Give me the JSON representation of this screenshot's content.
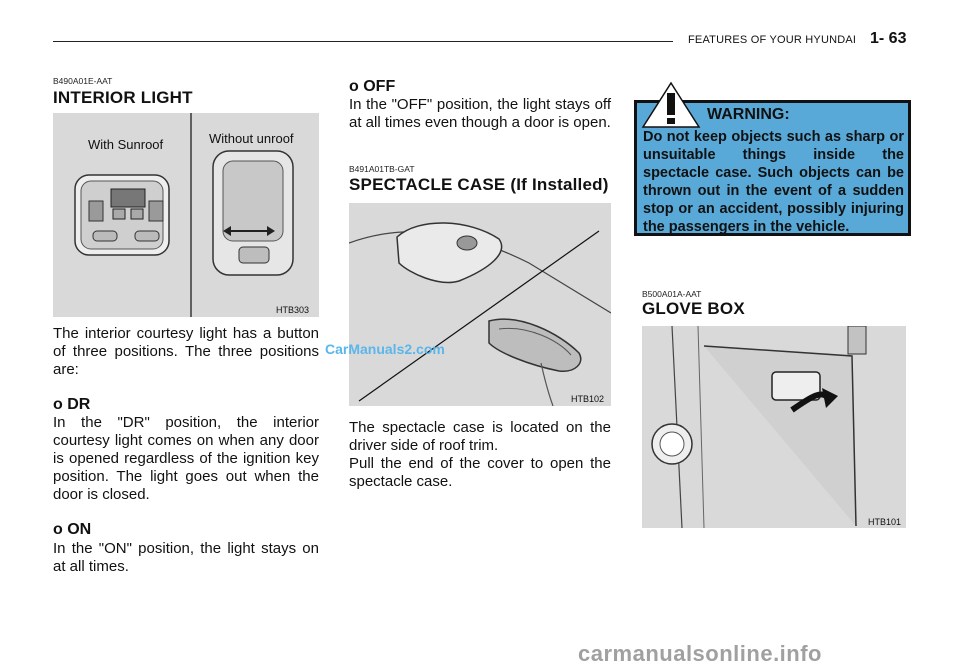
{
  "header": {
    "section": "FEATURES OF YOUR HYUNDAI",
    "page": "1- 63"
  },
  "interior_light": {
    "code": "B490A01E-AAT",
    "title": "INTERIOR LIGHT",
    "figure": {
      "label_left": "With Sunroof",
      "label_right": "Without unroof",
      "caption": "HTB303"
    },
    "intro": "The interior courtesy light has a button of three positions. The three positions are:",
    "dr_heading": "o  DR",
    "dr_text": "In the \"DR\" position, the interior courtesy light comes on when any door is opened regardless of the ignition key position. The light goes out when the door is closed.",
    "on_heading": "o  ON",
    "on_text": "In the \"ON\" position,  the light stays on at all times."
  },
  "off": {
    "heading": "o  OFF",
    "text": "In the \"OFF\" position, the light stays off at all times even though a door is open."
  },
  "spectacle": {
    "code": "B491A01TB-GAT",
    "title": "SPECTACLE CASE (If Installed)",
    "caption": "HTB102",
    "text": "The spectacle case is located on the driver side of roof trim.\nPull the end of the cover to open the spectacle case."
  },
  "warning": {
    "title": "WARNING:",
    "text": "Do not keep objects such as sharp or unsuitable things inside the spectacle case. Such objects can be thrown out in the event of a sudden stop or an accident, possibly injuring the passengers in the vehicle."
  },
  "glove_box": {
    "code": "B500A01A-AAT",
    "title": "GLOVE BOX",
    "caption": "HTB101"
  },
  "watermarks": {
    "left": "CarManuals2.com",
    "bottom": "carmanualsonline.info"
  }
}
